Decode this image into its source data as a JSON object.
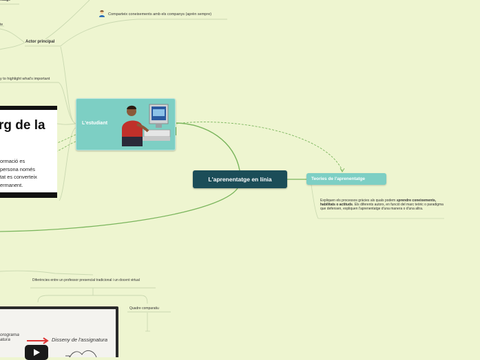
{
  "central": {
    "label": "L'aprenentatge en línia"
  },
  "student": {
    "label": "L'estudiant"
  },
  "teories": {
    "label": "Teories de l'aprenentatge",
    "desc_part1": "Expliquen els processos gràcies als quals podem a",
    "desc_bold1": "prendre coneixements, habilitats o actituds",
    "desc_part2": ". Els diferents autors, en funció del marc teòric o paradigma que defensen, expliquen l'aprenentatge d'una manera o d'una altra."
  },
  "actor": {
    "label": "Actor principal"
  },
  "share": {
    "label": "Comparteix coneixements amb els companys (aprèn sempre)"
  },
  "highlight": {
    "label": "y to highlight what's important"
  },
  "slide": {
    "title": "rg de la",
    "lines": [
      "ormació es",
      "persona només",
      "tat es converteix",
      "ermanent."
    ]
  },
  "differences": {
    "label": "Diferències entre un professor presencial tradicional i un docent virtual"
  },
  "compare": {
    "label": "Quadre comparatiu"
  },
  "video": {
    "text_left": "orograma\natura",
    "text_right": "Disseny de l'assignatura"
  },
  "top_clip": {
    "label": "ntatge"
  },
  "left_clip": {
    "label": "te"
  },
  "colors": {
    "background": "#eef5d0",
    "central": "#1b4d58",
    "accent": "#7dcfc4",
    "line": "#7ab55c"
  }
}
